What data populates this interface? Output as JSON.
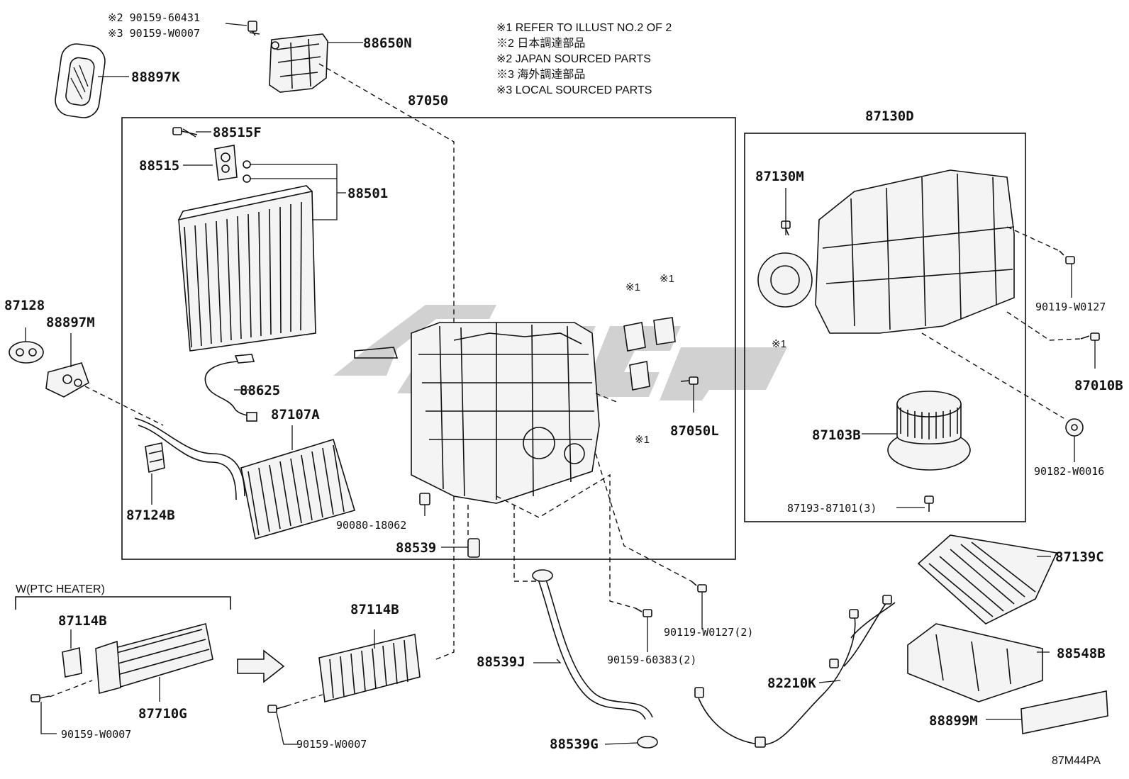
{
  "notes": [
    "※1 REFER TO ILLUST NO.2 OF 2",
    "※2 日本調達部品",
    "※2 JAPAN SOURCED PARTS",
    "※3 海外調達部品",
    "※3 LOCAL SOURCED PARTS"
  ],
  "section_label": "W(PTC HEATER)",
  "diagram_code": "87M44PA",
  "ref_marks": [
    "※1",
    "※1",
    "※1",
    "※1"
  ],
  "parts": [
    "※2 90159-60431",
    "※3 90159-W0007",
    "88650N",
    "88897K",
    "87050",
    "88515F",
    "88515",
    "88501",
    "87128",
    "88897M",
    "88625",
    "87107A",
    "87124B",
    "90080-18062",
    "88539",
    "87050L",
    "87130D",
    "87130M",
    "90119-W0127",
    "87010B",
    "87103B",
    "90182-W0016",
    "87193-87101(3)",
    "87139C",
    "88548B",
    "88899M",
    "82210K",
    "87114B",
    "87710G",
    "90159-W0007",
    "87114B",
    "90159-W0007",
    "88539J",
    "88539G",
    "90159-60383(2)",
    "90119-W0127(2)"
  ]
}
